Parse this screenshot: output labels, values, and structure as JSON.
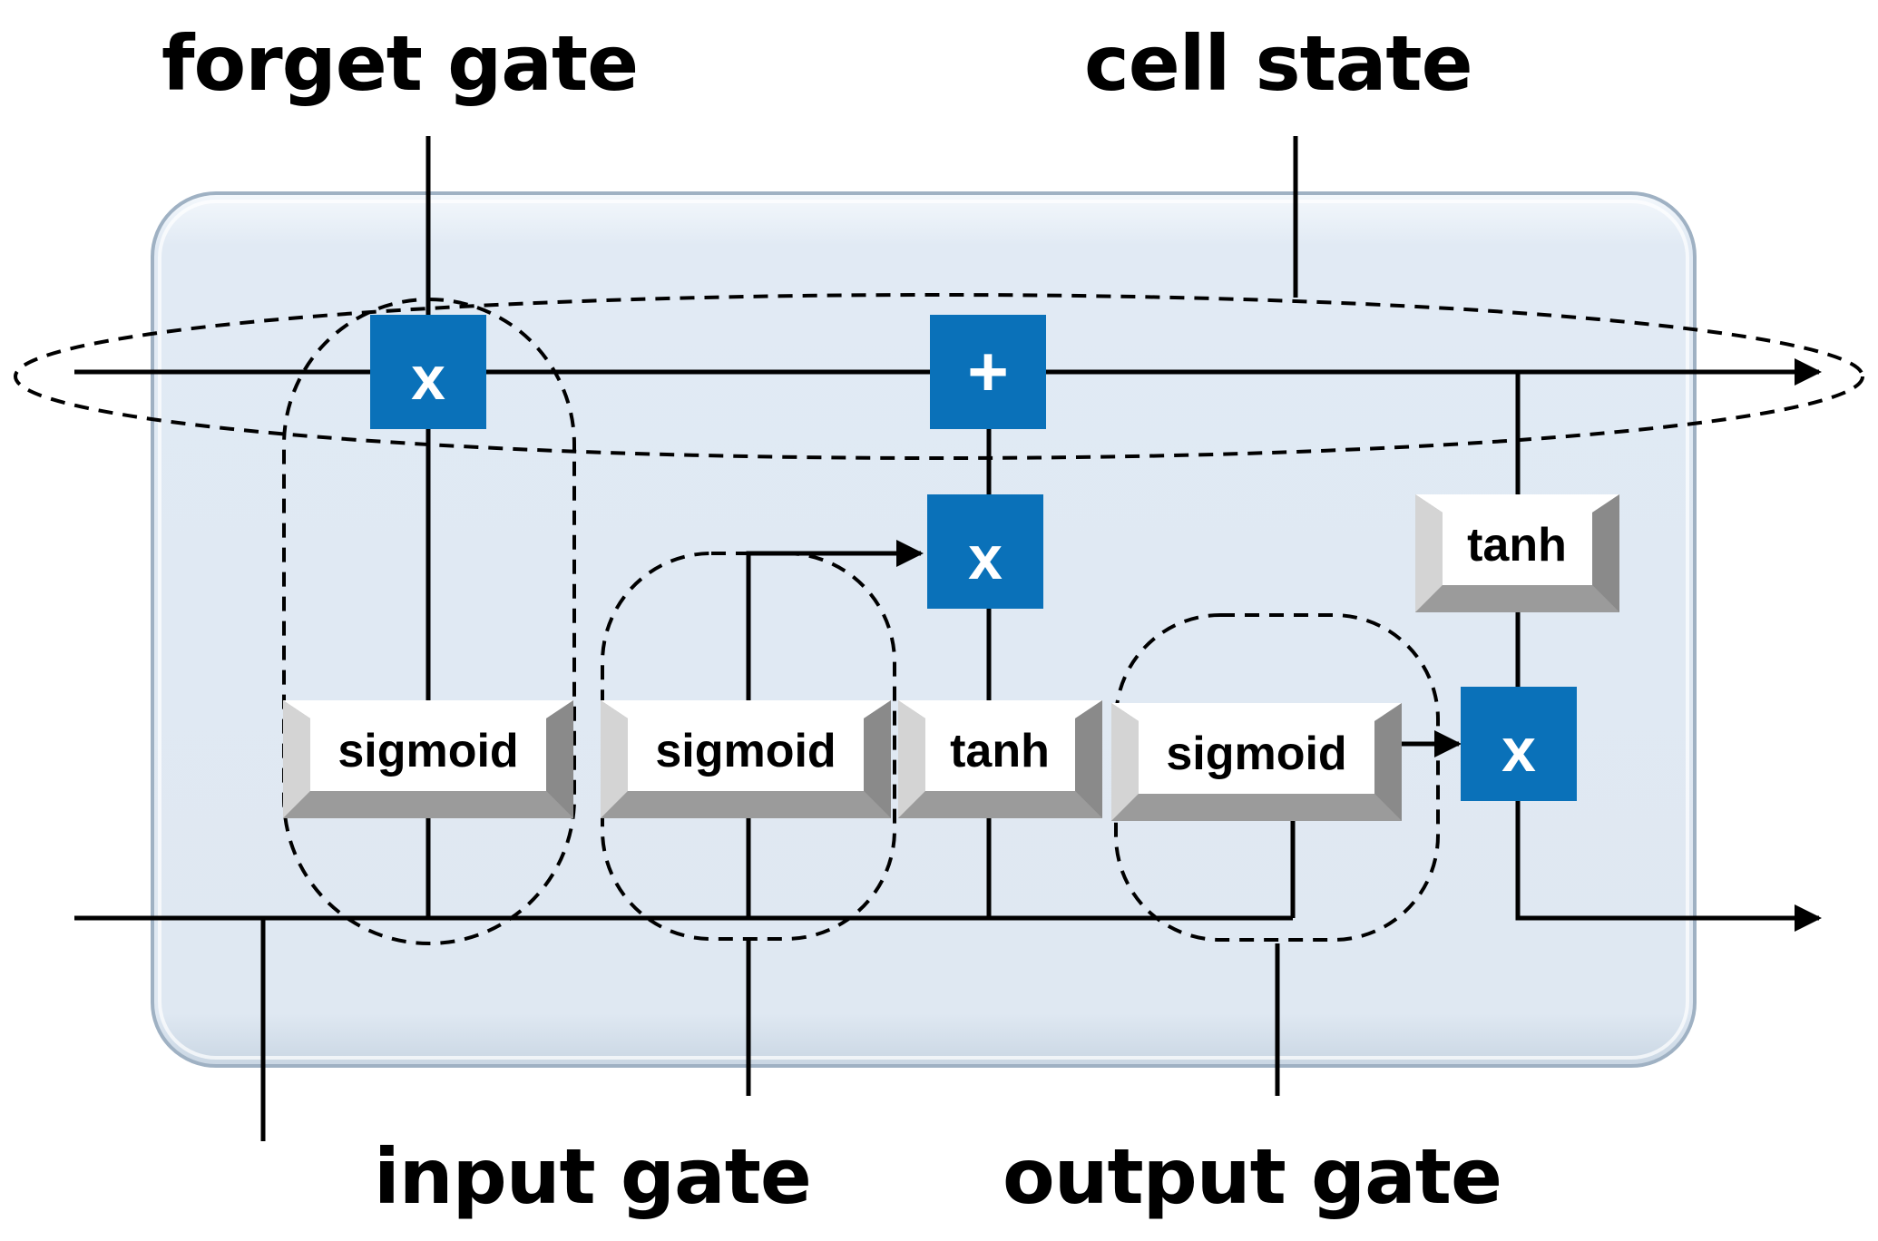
{
  "labels": {
    "forget_gate": "forget gate",
    "cell_state": "cell state",
    "input_gate": "input gate",
    "output_gate": "output gate"
  },
  "operators": {
    "forget_multiply": "x",
    "cell_add": "+",
    "input_multiply": "x",
    "output_multiply": "x"
  },
  "functions": {
    "forget_sigmoid": "sigmoid",
    "input_sigmoid": "sigmoid",
    "input_tanh": "tanh",
    "output_sigmoid": "sigmoid",
    "cell_tanh": "tanh"
  },
  "colors": {
    "cell_fill": "#dfe9f3",
    "operator_blue": "#0a71b9",
    "line": "#000000"
  }
}
